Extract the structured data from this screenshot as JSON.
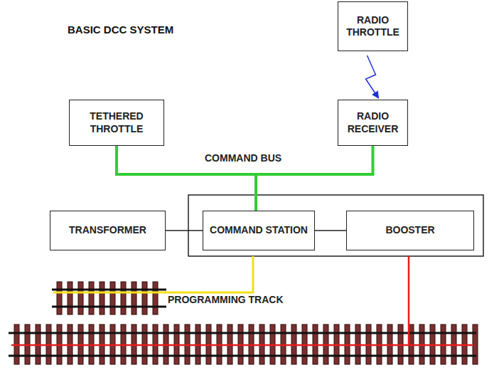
{
  "diagram": {
    "title": "BASIC DCC SYSTEM",
    "nodes": [
      {
        "text": [
          "RADIO THROTTLE"
        ]
      },
      {
        "text": [
          "TETHERED THROTTLE"
        ]
      },
      {
        "text": [
          "RADIO RECEIVER"
        ]
      },
      {
        "text": [
          "TRANSFORMER"
        ]
      },
      {
        "text": [
          "COMMAND STATION"
        ]
      },
      {
        "text": [
          "BOOSTER"
        ]
      }
    ],
    "edges": [
      {
        "from": 0,
        "to": 2,
        "arrow": "to"
      },
      {
        "from": 1,
        "to": 4,
        "arrow": "none"
      },
      {
        "from": 2,
        "to": 4,
        "arrow": "none"
      },
      {
        "from": 3,
        "to": 4,
        "arrow": "none"
      },
      {
        "from": 4,
        "to": 5,
        "arrow": "none"
      }
    ],
    "labels": [
      "COMMAND BUS",
      "PROGRAMMING TRACK"
    ]
  }
}
